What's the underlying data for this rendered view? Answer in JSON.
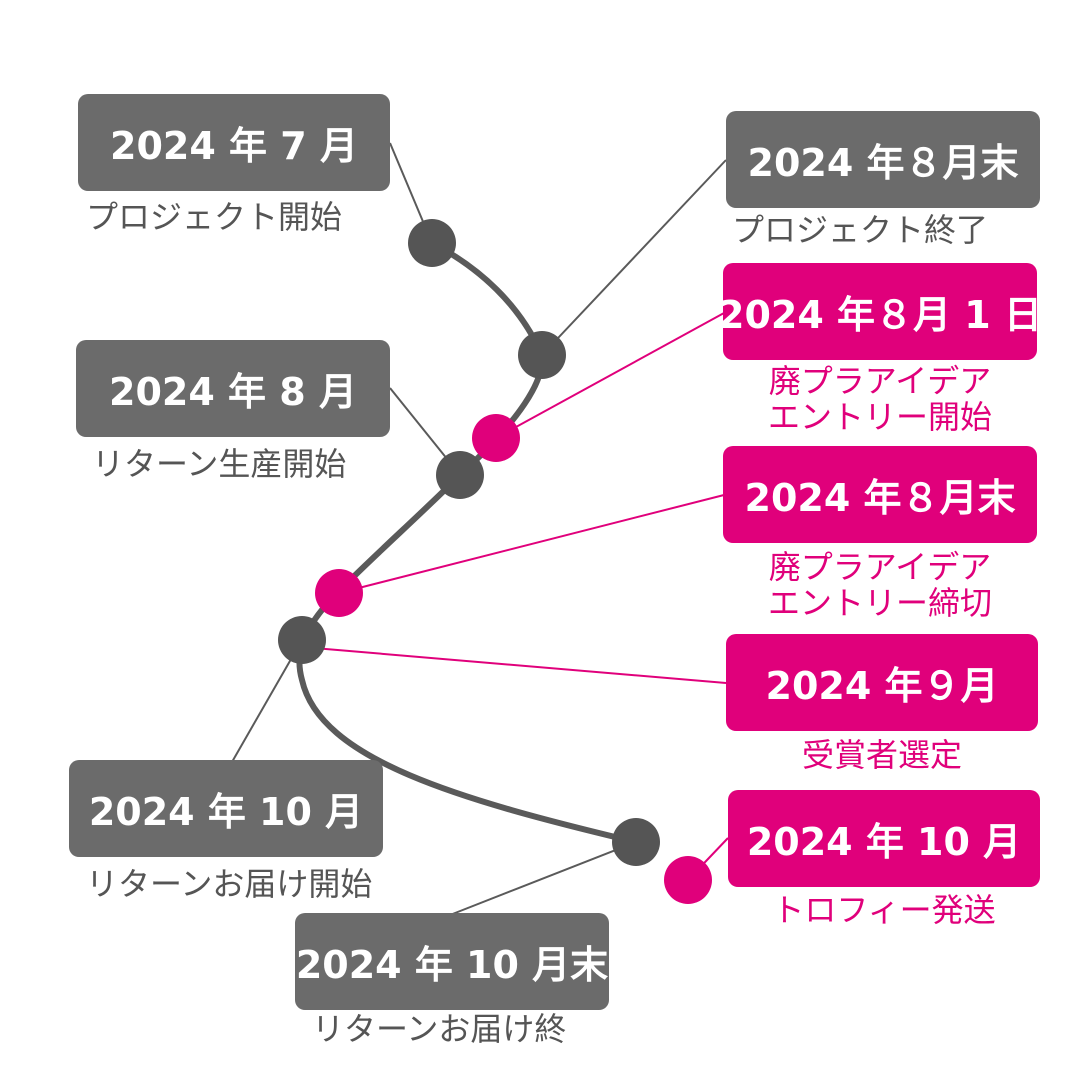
{
  "timeline": {
    "colors": {
      "gray": "#6b6b6b",
      "pink": "#e0007b",
      "dot_gray": "#555555",
      "path": "#5a5a5a"
    },
    "gray_events": [
      {
        "date": "2024 年 7 月",
        "label": "プロジェクト開始"
      },
      {
        "date": "2024 年８月末",
        "label": "プロジェクト終了"
      },
      {
        "date": "2024 年 8 月",
        "label": "リターン生産開始"
      },
      {
        "date": "2024 年 10 月",
        "label": "リターンお届け開始"
      },
      {
        "date": "2024 年 10 月末",
        "label": "リターンお届け終"
      }
    ],
    "pink_events": [
      {
        "date": "2024 年８月 1 日",
        "label_line1": "廃プラアイデア",
        "label_line2": "エントリー開始"
      },
      {
        "date": "2024 年８月末",
        "label_line1": "廃プラアイデア",
        "label_line2": "エントリー締切"
      },
      {
        "date": "2024 年９月",
        "label_line1": "受賞者選定",
        "label_line2": ""
      },
      {
        "date": "2024 年 10 月",
        "label_line1": "トロフィー発送",
        "label_line2": ""
      }
    ]
  }
}
